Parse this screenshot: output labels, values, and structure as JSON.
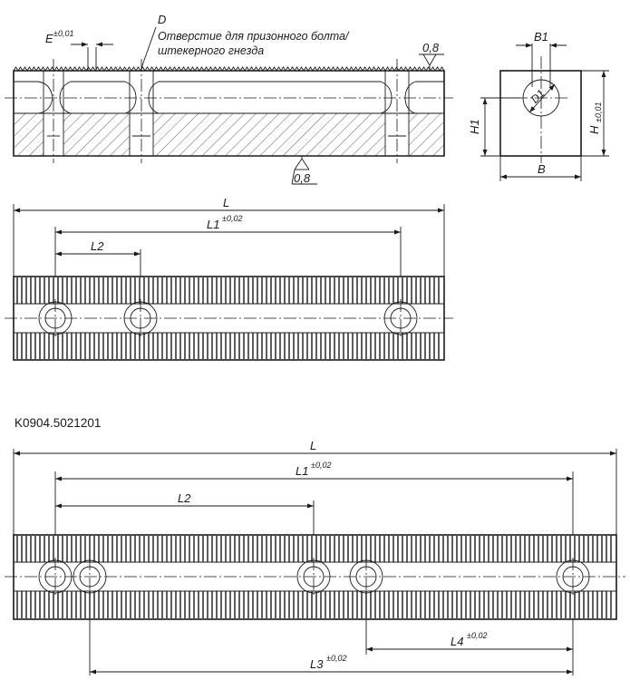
{
  "labels": {
    "tol_e": "E",
    "tol_e_sup": "±0,01",
    "hole_d": "D",
    "hole_note_line1": "Отверстие для призонного болта/",
    "hole_note_line2": "штекерного гнезда",
    "roughness_top": "0,8",
    "roughness_bottom": "0,8",
    "b1": "B1",
    "d1": "D1",
    "h1": "H1",
    "h": "H",
    "h_sup": "±0,01",
    "b": "B",
    "l_top": "L",
    "l1_top": "L1",
    "l1_top_sup": "±0,02",
    "l2_top": "L2",
    "part_code": "K0904.5021201",
    "l_bottom": "L",
    "l1_bottom": "L1",
    "l1_bottom_sup": "±0,02",
    "l2_bottom": "L2",
    "l4_bottom": "L4",
    "l4_bottom_sup": "±0,02",
    "l3_bottom": "L3",
    "l3_bottom_sup": "±0,02"
  },
  "colors": {
    "line": "#1a1a1a",
    "background": "#ffffff"
  }
}
